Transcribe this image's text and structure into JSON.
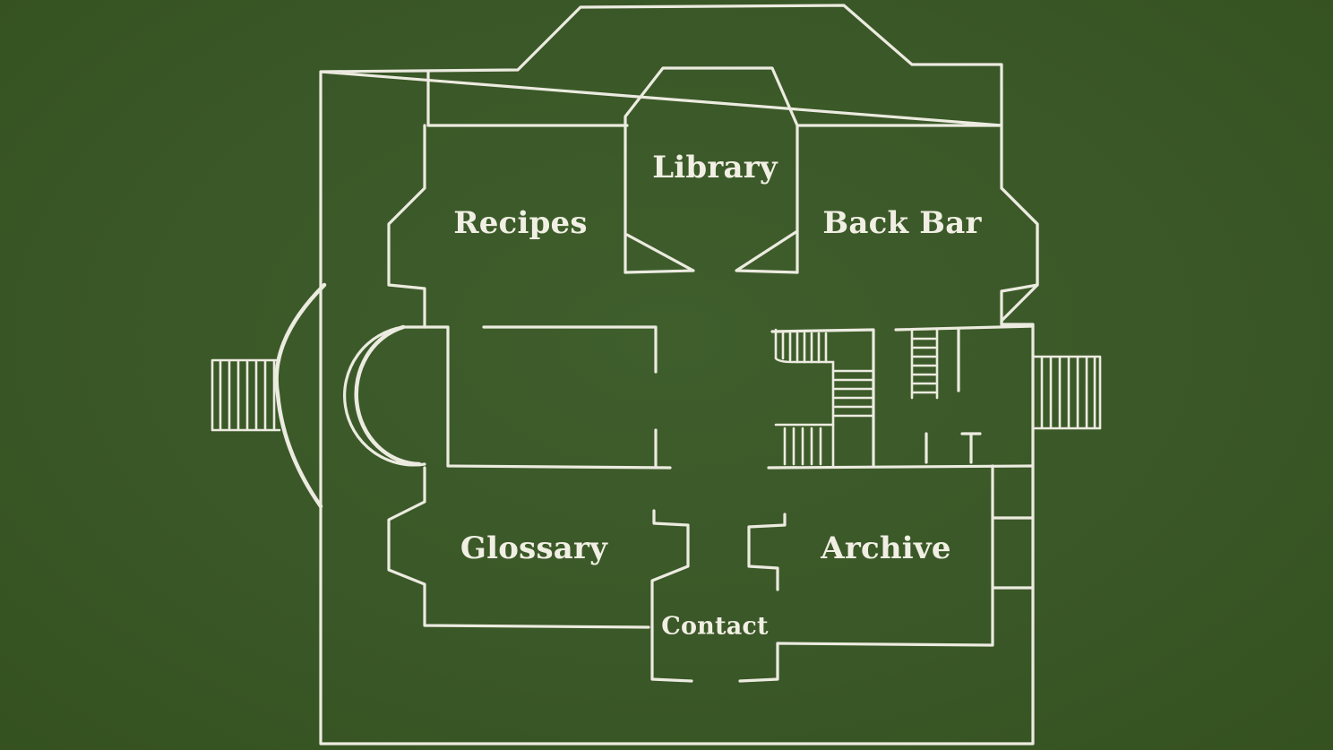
{
  "nav": {
    "library": "Library",
    "recipes": "Recipes",
    "back_bar": "Back Bar",
    "glossary": "Glossary",
    "archive": "Archive",
    "contact": "Contact"
  },
  "colors": {
    "background": "#3d5a2a",
    "chalk": "#ecebe0"
  }
}
